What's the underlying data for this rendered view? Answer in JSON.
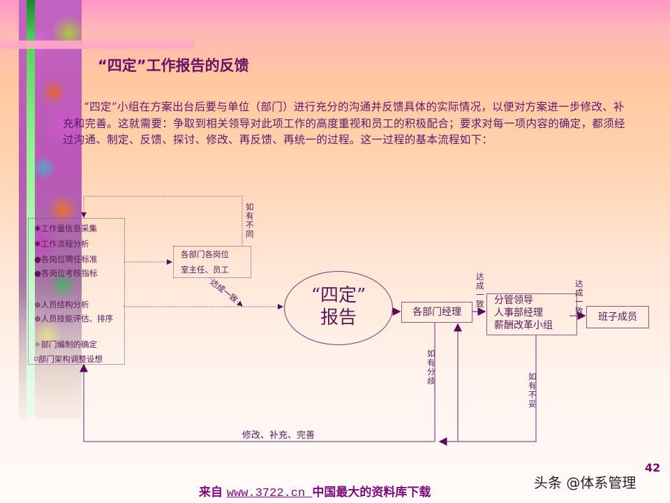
{
  "slide": {
    "title": "“四定”工作报告的反馈",
    "paragraph": "“四定”小组在方案出台后要与单位（部门）进行充分的沟通并反馈具体的实际情况，以便对方案进一步修改、补充和完善。这就需要：争取到相关领导对此项工作的高度重视和员工的积极配合；要求对每一项内容的确定，都须经过沟通、制定、反馈、探讨、修改、再反馈、再统一的过程。这一过程的基本流程如下：",
    "page_number": "42"
  },
  "diagram": {
    "input_list": [
      {
        "bullet": "✱",
        "text": "工作量信息采集"
      },
      {
        "bullet": "✱",
        "text": "工作流程分析"
      },
      {
        "bullet": "●",
        "text": "各岗位聘任标准"
      },
      {
        "bullet": "●",
        "text": "各岗位考核指标"
      },
      {
        "bullet": "⊕",
        "text": "人员结构分析"
      },
      {
        "bullet": "⊕",
        "text": "人员技能评估、排序"
      },
      {
        "bullet": "✧",
        "text": "部门编制的确定"
      },
      {
        "bullet": "⌑",
        "text": "部门架构调整设想"
      }
    ],
    "dept_box": {
      "line1": "各部门各岗位",
      "line2": "室主任、员工"
    },
    "label_if_different": "如有不同",
    "label_agree_diag": "达成一致",
    "ellipse": {
      "line1": "“四定”",
      "line2": "报告"
    },
    "manager_box": "各部门经理",
    "label_agree_1": "达成一致",
    "leader_box": {
      "line1": "分管领导",
      "line2": "人事部经理",
      "line3": "薪酬改革小组"
    },
    "label_agree_2": "达成一致",
    "team_box": "班子成员",
    "label_if_divergent": "如有分歧",
    "label_if_improper": "如有不妥",
    "label_revise": "修改、补充、完善",
    "line_color": "#8a5a8a",
    "arrow_color": "#5a0a5a"
  },
  "footer": {
    "prefix": "来自 ",
    "url": "www.3722.cn ",
    "suffix": "中国最大的资料库下载"
  },
  "watermark": "头条 @体系管理"
}
